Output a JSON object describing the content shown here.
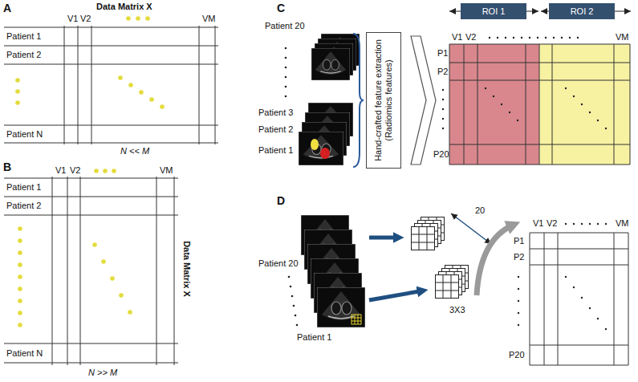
{
  "diagram": {
    "nodes": [
      {
        "text": [
          "Hand-crafted feature extraction (Radiomics features)"
        ]
      },
      {
        "text": [
          "ROI 1"
        ]
      },
      {
        "text": [
          "ROI 2"
        ]
      }
    ],
    "labels": [
      "A",
      "Data Matrix X",
      "V1",
      "V2",
      "VM",
      "Patient 1",
      "Patient 2",
      "Patient N",
      "N << M",
      "B",
      "V1",
      "V2",
      "VM",
      "Patient 1",
      "Patient 2",
      "Patient N",
      "Data Matrix X",
      "N >> M",
      "C",
      "Patient 20",
      "Patient 3",
      "Patient 2",
      "Patient 1",
      "V1",
      "V2",
      "VM",
      "P1",
      "P2",
      "P20",
      "D",
      "Patient 20",
      "Patient 1",
      "20",
      "3X3",
      "V1",
      "V2",
      "VM",
      "P1",
      "P2",
      "P20"
    ]
  }
}
